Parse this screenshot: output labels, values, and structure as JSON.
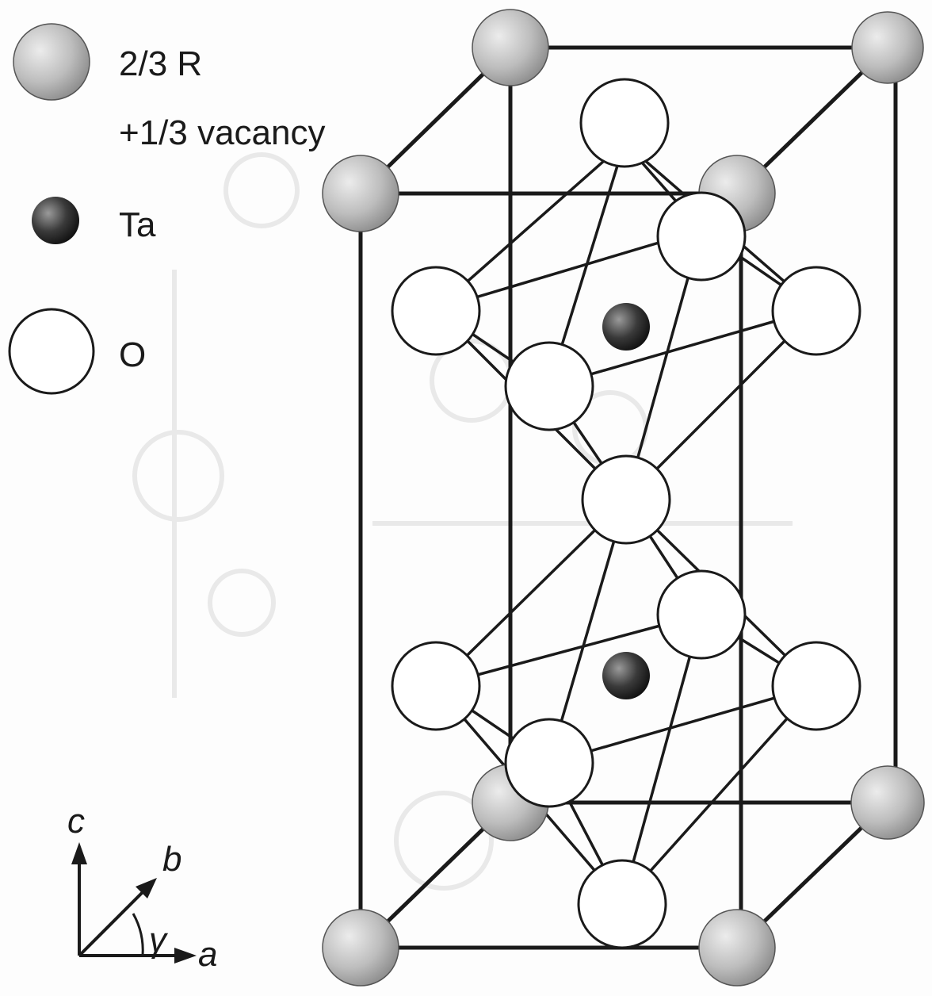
{
  "legend": [
    {
      "label_line1": "2/3 R",
      "label_line2": "+1/3 vacancy",
      "kind": "R-site"
    },
    {
      "label_line1": "Ta",
      "kind": "Ta"
    },
    {
      "label_line1": "O",
      "kind": "O"
    }
  ],
  "axes": {
    "c": "c",
    "b": "b",
    "a": "a",
    "angle": "γ"
  },
  "colors": {
    "line": "#1a1a1a",
    "r_site": "#b9b9b9",
    "ta": "#333333",
    "oxygen": "#ffffff",
    "watermark": "#e6e6e6"
  }
}
